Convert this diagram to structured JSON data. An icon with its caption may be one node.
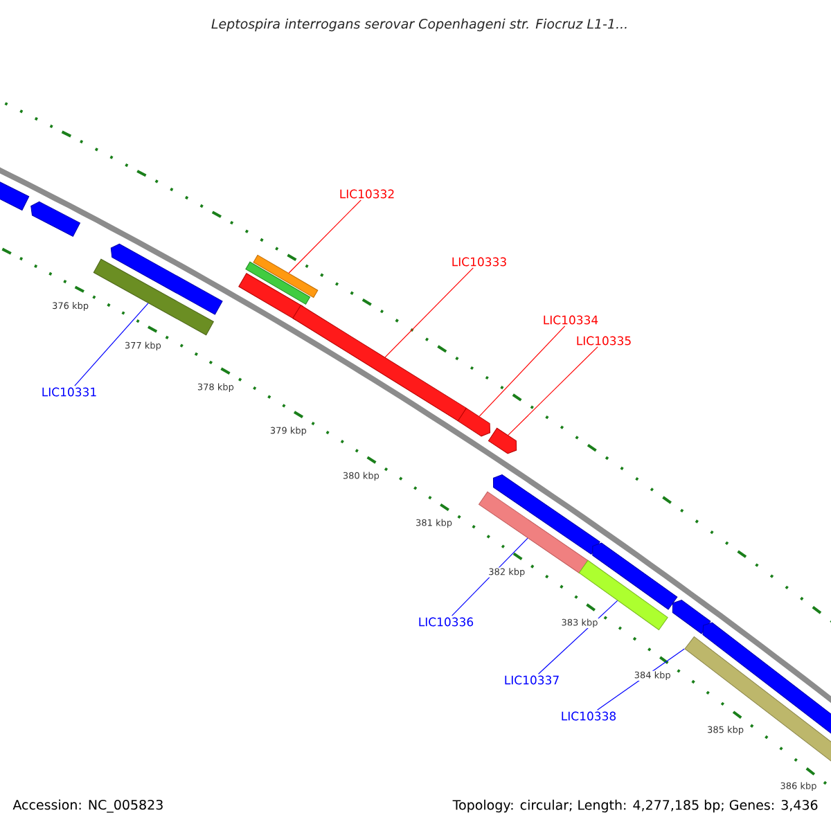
{
  "diagram": {
    "title": "Leptospira interrogans serovar Copenhageni str. Fiocruz L1-1...",
    "nodes": [
      {
        "text": [
          "LIC10332"
        ]
      },
      {
        "text": [
          "LIC10333"
        ]
      },
      {
        "text": [
          "LIC10334"
        ]
      },
      {
        "text": [
          "LIC10335"
        ]
      },
      {
        "text": [
          "LIC10331"
        ]
      },
      {
        "text": [
          "LIC10336"
        ]
      },
      {
        "text": [
          "LIC10337"
        ]
      },
      {
        "text": [
          "LIC10338"
        ]
      },
      {
        "text": [],
        "shape": "arrow"
      },
      {
        "text": [],
        "shape": "arrow"
      },
      {
        "text": [],
        "shape": "bar"
      },
      {
        "text": [],
        "shape": "arrow"
      },
      {
        "text": [],
        "shape": "arrow"
      },
      {
        "text": [],
        "shape": "bar"
      },
      {
        "text": [],
        "shape": "bar"
      },
      {
        "text": [],
        "shape": "arrow"
      },
      {
        "text": [],
        "shape": "arrow"
      },
      {
        "text": [],
        "shape": "arrow"
      },
      {
        "text": [],
        "shape": "bar"
      },
      {
        "text": [],
        "shape": "arrow"
      },
      {
        "text": [],
        "shape": "arrow"
      },
      {
        "text": [],
        "shape": "bar"
      },
      {
        "text": [],
        "shape": "arrow"
      },
      {
        "text": [],
        "shape": "bar"
      },
      {
        "text": [],
        "shape": "arrow"
      }
    ],
    "edges": [
      {
        "from": 4,
        "to": 10,
        "arrow": "none"
      },
      {
        "from": 0,
        "to": 14,
        "arrow": "none",
        "color": "#ff0000"
      },
      {
        "from": 1,
        "to": 15,
        "arrow": "none",
        "color": "#ff0000"
      },
      {
        "from": 2,
        "to": 16,
        "arrow": "none",
        "color": "#ff0000"
      },
      {
        "from": 3,
        "to": 17,
        "arrow": "none",
        "color": "#ff0000"
      },
      {
        "from": 5,
        "to": 18,
        "arrow": "none"
      },
      {
        "from": 6,
        "to": 21,
        "arrow": "none"
      },
      {
        "from": 7,
        "to": 23,
        "arrow": "none"
      }
    ],
    "labels": [
      "376 kbp",
      "377 kbp",
      "378 kbp",
      "379 kbp",
      "380 kbp",
      "381 kbp",
      "382 kbp",
      "383 kbp",
      "384 kbp",
      "385 kbp",
      "386 kbp",
      "Accession: NC_005823",
      "Topology: circular; Length: 4,277,185 bp; Genes: 3,436"
    ]
  }
}
